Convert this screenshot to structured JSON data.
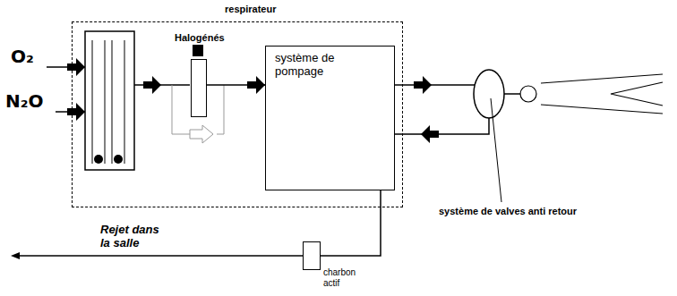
{
  "diagram": {
    "nodes": [
      {
        "text": [
          "respirateur"
        ]
      },
      {
        "text": [
          "Halogénés"
        ],
        "in": 0
      },
      {
        "text": [
          "système de pompage"
        ],
        "in": 0
      },
      {
        "text": [
          "charbon actif"
        ]
      }
    ],
    "edges": [
      {
        "from": 1,
        "to": 2,
        "arrow": "to"
      },
      {
        "from": 2,
        "to": 3,
        "arrow": "none"
      }
    ],
    "labels": [
      "O₂",
      "N₂O",
      "Rejet dans la salle",
      "système de valves anti retour"
    ]
  }
}
